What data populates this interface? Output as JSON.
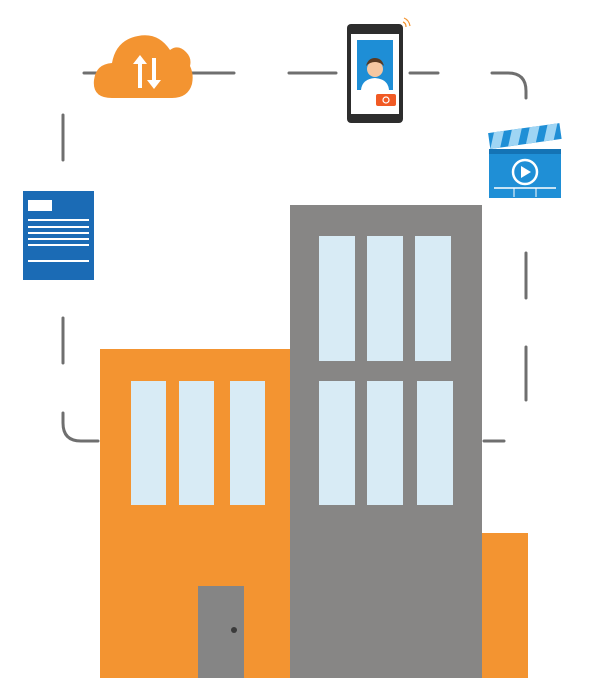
{
  "colors": {
    "orange": "#f39431",
    "gray": "#878685",
    "window": "#d8ebf5",
    "door": "#858585",
    "connector": "#6f6f6f",
    "doc_blue": "#1b6bb5",
    "clapper_blue": "#1f8fd6",
    "phone_dark": "#2d2d2d",
    "screen_blue": "#1e8ed6"
  },
  "icons": {
    "cloud": "cloud-upload-download-icon",
    "phone": "mobile-phone-doctor-icon",
    "clapperboard": "video-clapperboard-icon",
    "document": "document-icon"
  },
  "buildings": {
    "left_windows_per_row": 3,
    "right_window_rows": 2,
    "right_windows_per_row": 3
  }
}
